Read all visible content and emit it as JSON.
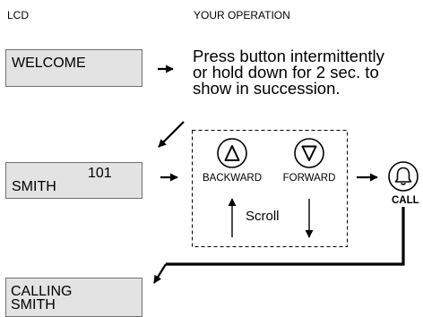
{
  "headers": {
    "lcd": "LCD",
    "operation": "YOUR OPERATION"
  },
  "lcd_screens": [
    {
      "line1": "WELCOME",
      "number": ""
    },
    {
      "line1": "SMITH",
      "number": "101"
    },
    {
      "line1": "CALLING",
      "line2": "SMITH"
    }
  ],
  "instruction": {
    "line1": "Press button intermittently",
    "line2": "or hold down for 2 sec. to",
    "line3": "show in succession."
  },
  "buttons": {
    "backward": {
      "label": "BACKWARD",
      "icon": "triangle-up-icon"
    },
    "forward": {
      "label": "FORWARD",
      "icon": "triangle-down-icon"
    },
    "scroll": "Scroll",
    "call": {
      "label": "CALL",
      "icon": "bell-icon"
    }
  },
  "colors": {
    "lcd_background": "#e3e3e3",
    "lcd_border": "#707070",
    "ink": "#000000"
  }
}
